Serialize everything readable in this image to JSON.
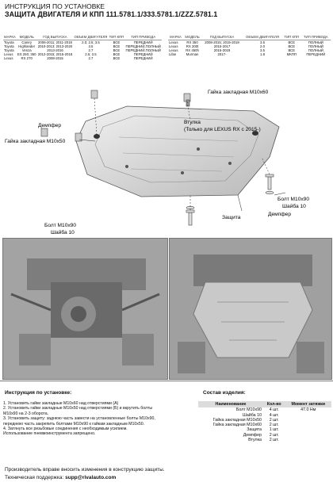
{
  "header": {
    "line1": "ИНСТРУКЦИЯ ПО УСТАНОВКЕ",
    "line2": "ЗАЩИТА ДВИГАТЕЛЯ И КПП 111.5781.1/333.5781.1/ZZZ.5781.1"
  },
  "spec_table": {
    "columns": [
      "МАРКА",
      "МОДЕЛЬ",
      "ГОД ВЫПУСКА",
      "ОБЪЕМ ДВИГАТЕЛЯ",
      "ТИП КПП",
      "ТИП ПРИВОДА"
    ],
    "left_rows": [
      [
        "Toyota",
        "Camry",
        "2006-2011; 2011-2018",
        "2.0; 2.5; 3.5",
        "ВСЕ",
        "ПЕРЕДНИЙ"
      ],
      [
        "Toyota",
        "Highlander",
        "2010-2013; 2013-2020",
        "3.5",
        "ВСЕ",
        "ПЕРЕДНИЙ,ПОЛНЫЙ"
      ],
      [
        "Toyota",
        "Venza",
        "2013-2016",
        "2.7",
        "ВСЕ",
        "ПЕРЕДНИЙ,ПОЛНЫЙ"
      ],
      [
        "Lexus",
        "ES 250; 350",
        "2012-2015; 2015-2018",
        "2.5; 3.5",
        "ВСЕ",
        "ПЕРЕДНИЙ"
      ],
      [
        "Lexus",
        "RX 270",
        "2008-2015",
        "2.7",
        "ВСЕ",
        "ПЕРЕДНИЙ"
      ]
    ],
    "right_rows": [
      [
        "Lexus",
        "RX 350",
        "2008-2015; 2015-2019",
        "3.5",
        "ВСЕ",
        "ПОЛНЫЙ"
      ],
      [
        "Lexus",
        "RX 200t",
        "2015-2017",
        "2.0",
        "ВСЕ",
        "ПОЛНЫЙ"
      ],
      [
        "Lexus",
        "RX 450h",
        "2015-2019",
        "3.5",
        "ВСЕ",
        "ПОЛНЫЙ"
      ],
      [
        "Lifan",
        "Murman",
        "2017-",
        "1.8",
        "МКПП",
        "ПЕРЕДНИЙ"
      ]
    ]
  },
  "diagram": {
    "label_bushing_nut_top": "Гайка закладная М10х60",
    "label_sleeve": "Втулка",
    "label_sleeve_note": "(Только для LEXUS RX с 2015-)",
    "label_damper_left": "Демпфер",
    "label_bushing_nut_left": "Гайка закладная М10х50",
    "label_bolt_right": "Болт М10х90",
    "label_washer_right": "Шайба 10",
    "label_damper_right": "Демпфер",
    "label_guard": "Защита",
    "label_bolt_bottom": "Болт М10х90",
    "label_washer_bottom": "Шайба 10"
  },
  "instructions": {
    "heading": "Инструкция по установке:",
    "steps": [
      "1. Установить гайки закладные М10х60 над отверстиями (А)",
      "2. Установить гайки закладные М10х50 над отверстиями (Б) и вкрутить болты",
      "М10х90 на 2-3 оборота.",
      "3. Установить защиту: заднюю часть завести на установленные болты М10х90,",
      "переднюю часть закрепить болтами М10х90 к гайкам закладным М10х50.",
      "4. Затянуть все резьбовые соединения с необходимым усилием.",
      "Использование пневмоинструмента запрещено."
    ]
  },
  "components": {
    "heading": "Состав изделия:",
    "columns": [
      "Наименование",
      "Кол-во",
      "Момент затяжки"
    ],
    "rows": [
      {
        "name": "Болт М10х90",
        "qty": "4 шт.",
        "torque": "47.0 Нм"
      },
      {
        "name": "Шайба 10",
        "qty": "4 шт.",
        "torque": ""
      },
      {
        "name": "Гайка закладная М10х50",
        "qty": "2 шт.",
        "torque": ""
      },
      {
        "name": "Гайка закладная М10х60",
        "qty": "2 шт.",
        "torque": ""
      },
      {
        "name": "Защита",
        "qty": "1 шт.",
        "torque": ""
      },
      {
        "name": "Демпфер",
        "qty": "2 шт.",
        "torque": ""
      },
      {
        "name": "Втулка",
        "qty": "2 шт.",
        "torque": ""
      }
    ]
  },
  "footer": {
    "line1": "Производитель вправе вносить изменения в конструкцию защиты.",
    "line2_prefix": "Техническая поддержка: ",
    "email": "supp@rivalauto.com"
  }
}
